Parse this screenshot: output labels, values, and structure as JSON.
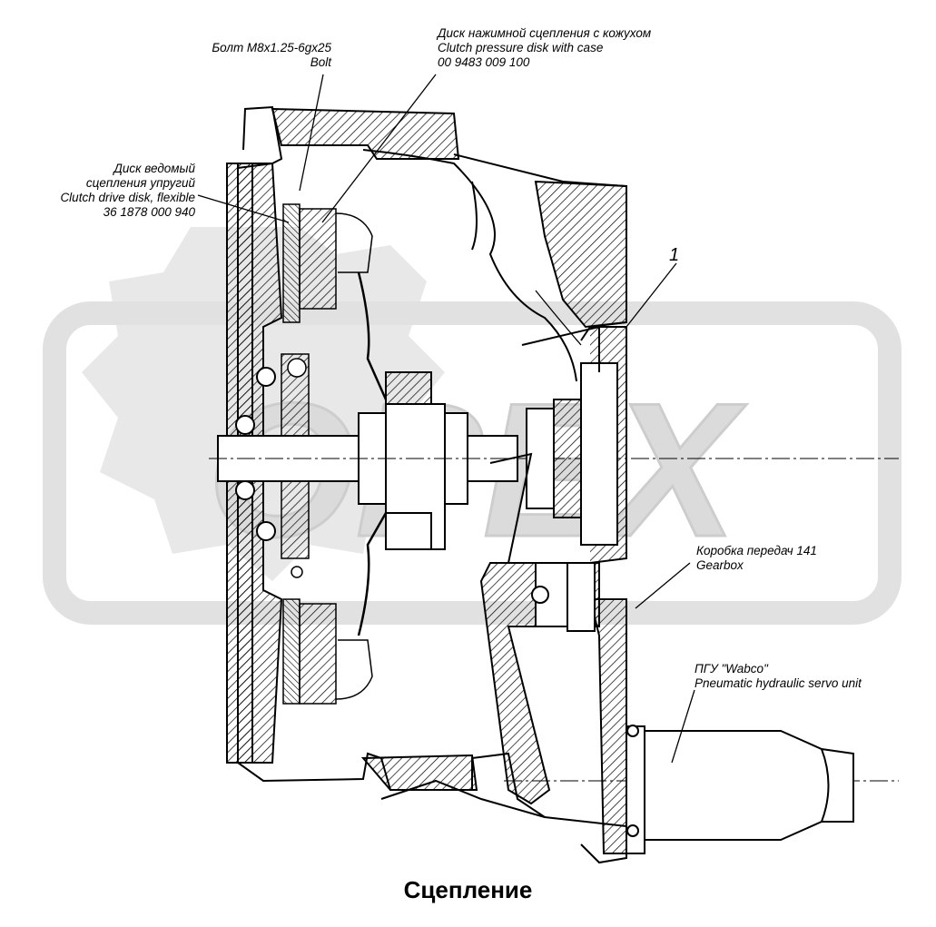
{
  "watermark": {
    "text": "OPEX",
    "color": "#d4d4d4"
  },
  "labels": {
    "bolt": {
      "line1": "Болт M8x1.25-6gx25",
      "line2": "Bolt"
    },
    "pressure_disk": {
      "line1": "Диск нажимной сцепления с кожухом",
      "line2": "Clutch pressure disk with case",
      "line3": "00 9483 009 100"
    },
    "drive_disk": {
      "line1": "Диск ведомый",
      "line2": "сцепления упругий",
      "line3": "Clutch drive disk, flexible",
      "line4": "36 1878 000 940"
    },
    "callout_1": "1",
    "gearbox": {
      "line1": "Коробка передач 141",
      "line2": "Gearbox"
    },
    "servo": {
      "line1": "ПГУ \"Wabco\"",
      "line2": "Pneumatic hydraulic servo unit"
    }
  },
  "caption": "Сцепление"
}
